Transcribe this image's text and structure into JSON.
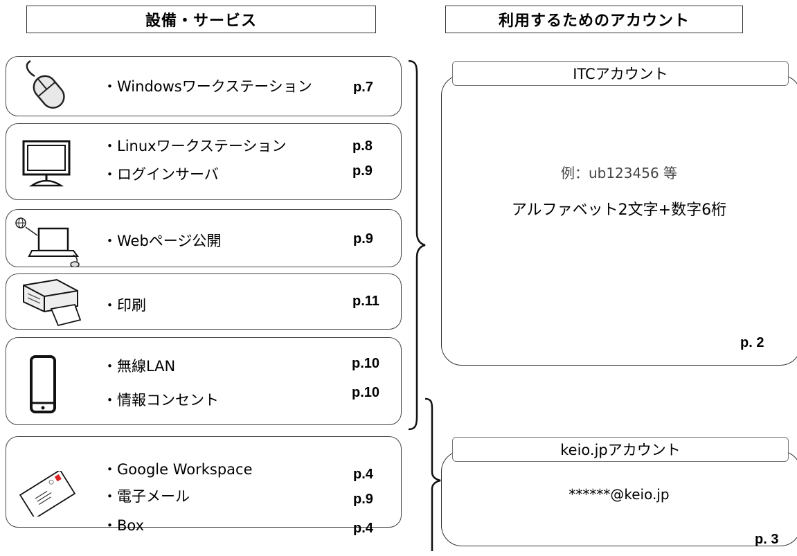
{
  "headers": {
    "services": "設備・サービス",
    "accounts": "利用するためのアカウント"
  },
  "services": [
    {
      "icon": "mouse-icon",
      "items": [
        {
          "label": "・Windowsワークステーション",
          "page": "p.7"
        }
      ]
    },
    {
      "icon": "monitor-icon",
      "items": [
        {
          "label": "・Linuxワークステーション",
          "page": "p.8"
        },
        {
          "label": "・ログインサーバ",
          "page": "p.9"
        }
      ]
    },
    {
      "icon": "laptop-globe-icon",
      "items": [
        {
          "label": "・Webページ公開",
          "page": "p.9"
        }
      ]
    },
    {
      "icon": "printer-icon",
      "items": [
        {
          "label": "・印刷",
          "page": "p.11"
        }
      ]
    },
    {
      "icon": "smartphone-icon",
      "items": [
        {
          "label": "・無線LAN",
          "page": "p.10"
        },
        {
          "label": "・情報コンセント",
          "page": "p.10"
        }
      ]
    },
    {
      "icon": "envelope-icon",
      "items": [
        {
          "label": "・Google Workspace",
          "page": "p.4"
        },
        {
          "label": "・電子メール",
          "page": "p.9"
        },
        {
          "label": "・Box",
          "page": "p.4"
        }
      ]
    }
  ],
  "accounts": {
    "itc": {
      "title": "ITCアカウント",
      "example": "例：ub123456 等",
      "format": "アルファベット2文字+数字6桁",
      "page": "p. 2"
    },
    "keio": {
      "title": "keio.jpアカウント",
      "example": "******@keio.jp",
      "page": "p. 3"
    }
  }
}
